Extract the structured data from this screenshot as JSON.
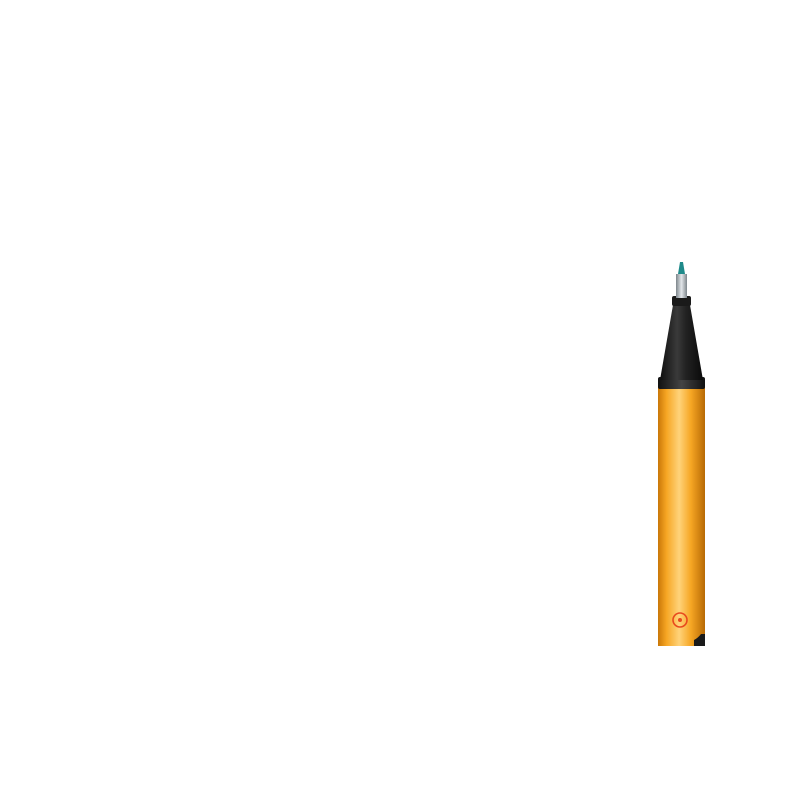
{
  "colors": {
    "background": "#ffffff",
    "barrel": "#f6a623",
    "barrel_highlight": "#ffd37a",
    "barrel_shadow": "#c97708",
    "cap_collar": "#1a1a1a",
    "cone": "#222222",
    "tip_metal": "#b7bec4",
    "ink_tip": "#1f8a8a",
    "logo_mark": "#e8491d"
  },
  "object": {
    "kind": "fineliner-pen",
    "orientation": "vertical",
    "view": "tip-up"
  }
}
